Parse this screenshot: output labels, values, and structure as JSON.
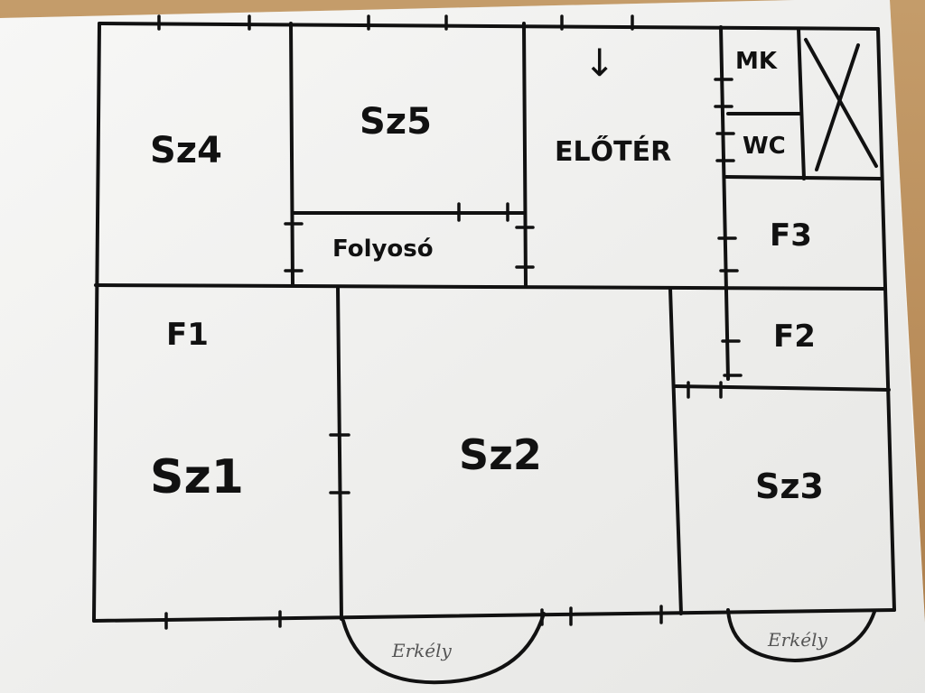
{
  "rooms": {
    "sz4": "Sz4",
    "sz5": "Sz5",
    "eloter": "ELŐTÉR",
    "mk": "MK",
    "wc": "WC",
    "folyoso": "Folyosó",
    "f3": "F3",
    "f1": "F1",
    "sz1": "Sz1",
    "sz2": "Sz2",
    "f2": "F2",
    "sz3": "Sz3"
  },
  "balconies": {
    "left": "Erkély",
    "right": "Erkély"
  },
  "entrance_arrow": "↓",
  "colors": {
    "ink": "#111111",
    "paper": "#f4f4f2",
    "table": "#b98f5e"
  }
}
